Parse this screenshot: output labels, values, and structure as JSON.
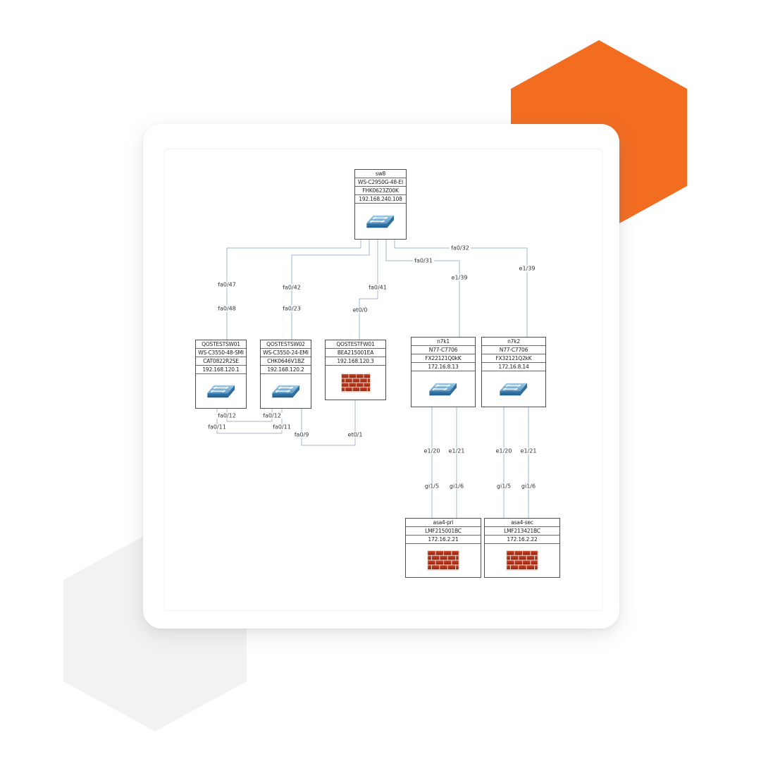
{
  "page": {
    "accent_hex": "#f36d21",
    "hexagon_gray_hex": "#f2f2f2",
    "link_color_hex": "#9db7d0",
    "card_bg_hex": "#ffffff"
  },
  "diagram": {
    "nodes": [
      {
        "hostname": "sw8",
        "model": "WS-C2950G-48-EI",
        "serial": "FHK0623Z00K",
        "ip": "192.168.240.108",
        "type": "switch"
      },
      {
        "hostname": "QOSTESTSW01",
        "model": "WS-C3550-48-SMI",
        "serial": "CAT0822R2SE",
        "ip": "192.168.120.1",
        "type": "switch"
      },
      {
        "hostname": "QOSTESTSW02",
        "model": "WS-C3550-24-EMI",
        "serial": "CHK0646V1BZ",
        "ip": "192.168.120.2",
        "type": "switch"
      },
      {
        "hostname": "QOSTESTFW01",
        "serial": "BEA215001EA",
        "ip": "192.168.120.3",
        "type": "firewall"
      },
      {
        "hostname": "n7k1",
        "model": "N77-C7706",
        "serial": "FX22121Q0kK",
        "ip": "172.16.8.13",
        "type": "switch"
      },
      {
        "hostname": "n7k2",
        "model": "N77-C7706",
        "serial": "FX32121Q2kK",
        "ip": "172.16.8.14",
        "type": "switch"
      },
      {
        "hostname": "asa4-pri",
        "serial": "LMF215001BC",
        "ip": "172.16.2.21",
        "type": "firewall"
      },
      {
        "hostname": "asa4-sec",
        "serial": "LMF213421BC",
        "ip": "172.16.2.22",
        "type": "firewall"
      }
    ],
    "links": [
      {
        "from": "sw8",
        "to": "QOSTESTSW01",
        "from_port": "fa0/47",
        "to_port": "fa0/48"
      },
      {
        "from": "sw8",
        "to": "QOSTESTSW02",
        "from_port": "fa0/42",
        "to_port": "fa0/23"
      },
      {
        "from": "sw8",
        "to": "QOSTESTFW01",
        "from_port": "fa0/41",
        "to_port": "et0/0"
      },
      {
        "from": "sw8",
        "to": "n7k1",
        "from_port": "fa0/31",
        "to_port": "e1/39"
      },
      {
        "from": "sw8",
        "to": "n7k2",
        "from_port": "fa0/32",
        "to_port": "e1/39"
      },
      {
        "from": "QOSTESTSW01",
        "to": "QOSTESTSW02",
        "from_port": "fa0/12",
        "to_port": "fa0/12"
      },
      {
        "from": "QOSTESTSW01",
        "to": "QOSTESTSW02",
        "from_port": "fa0/11",
        "to_port": "fa0/11"
      },
      {
        "from": "QOSTESTSW02",
        "to": "QOSTESTFW01",
        "from_port": "fa0/9",
        "to_port": "et0/1"
      },
      {
        "from": "n7k1",
        "to": "asa4-pri",
        "from_port": "e1/20",
        "to_port": "gi1/5"
      },
      {
        "from": "n7k1",
        "to": "asa4-pri",
        "from_port": "e1/21",
        "to_port": "gi1/6"
      },
      {
        "from": "n7k2",
        "to": "asa4-sec",
        "from_port": "e1/20",
        "to_port": "gi1/5"
      },
      {
        "from": "n7k2",
        "to": "asa4-sec",
        "from_port": "e1/21",
        "to_port": "gi1/6"
      }
    ]
  }
}
